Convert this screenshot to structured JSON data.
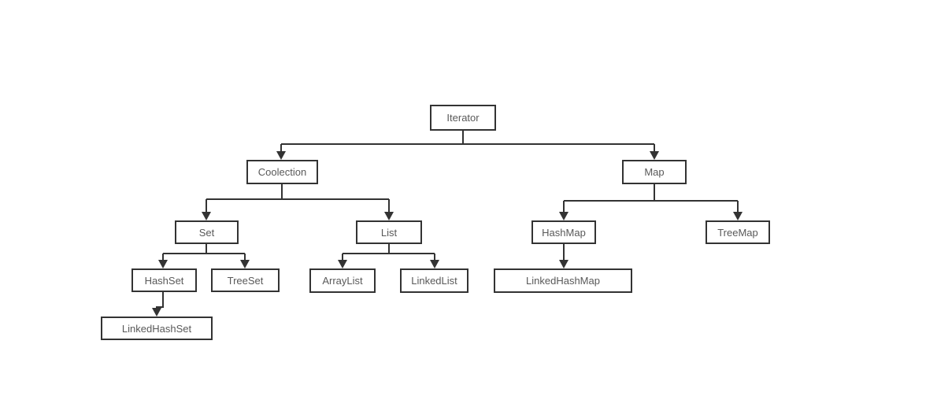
{
  "diagram": {
    "type": "tree-flowchart",
    "description": "Java collection framework hierarchy",
    "nodes": {
      "iterator": {
        "label": "Iterator"
      },
      "coolection": {
        "label": "Coolection"
      },
      "map": {
        "label": "Map"
      },
      "set": {
        "label": "Set"
      },
      "list": {
        "label": "List"
      },
      "hashmap": {
        "label": "HashMap"
      },
      "treemap": {
        "label": "TreeMap"
      },
      "hashset": {
        "label": "HashSet"
      },
      "treeset": {
        "label": "TreeSet"
      },
      "arraylist": {
        "label": "ArrayList"
      },
      "linkedlist": {
        "label": "LinkedList"
      },
      "linkedhashmap": {
        "label": "LinkedHashMap"
      },
      "linkedhashset": {
        "label": "LinkedHashSet"
      }
    },
    "edges": [
      {
        "from": "Iterator",
        "to": "Coolection"
      },
      {
        "from": "Iterator",
        "to": "Map"
      },
      {
        "from": "Coolection",
        "to": "Set"
      },
      {
        "from": "Coolection",
        "to": "List"
      },
      {
        "from": "Map",
        "to": "HashMap"
      },
      {
        "from": "Map",
        "to": "TreeMap"
      },
      {
        "from": "Set",
        "to": "HashSet"
      },
      {
        "from": "Set",
        "to": "TreeSet"
      },
      {
        "from": "List",
        "to": "ArrayList"
      },
      {
        "from": "List",
        "to": "LinkedList"
      },
      {
        "from": "HashMap",
        "to": "LinkedHashMap"
      },
      {
        "from": "HashSet",
        "to": "LinkedHashSet"
      }
    ],
    "colors": {
      "node_border": "#333333",
      "node_fill": "#ffffff",
      "edge_line": "#333333",
      "text": "#595959",
      "background": "#ffffff"
    }
  }
}
